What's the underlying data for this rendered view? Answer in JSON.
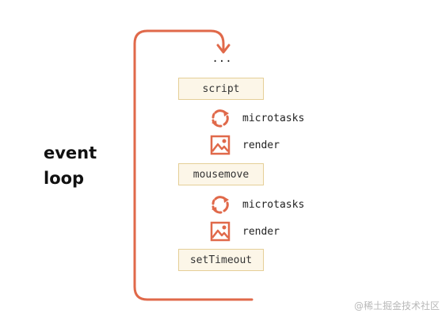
{
  "loop_label": {
    "line1": "event",
    "line2": "loop"
  },
  "ellipsis": "...",
  "tasks": {
    "script": "script",
    "mousemove": "mousemove",
    "settimeout": "setTimeout"
  },
  "steps": {
    "microtasks_1": "microtasks",
    "render_1": "render",
    "microtasks_2": "microtasks",
    "render_2": "render"
  },
  "watermark": "@稀土掘金技术社区",
  "icons": {
    "microtasks": "cycle-arrows-icon",
    "render": "image-icon"
  },
  "colors": {
    "loop_arrow": "#e0694a",
    "task_fill": "#fcf6e8",
    "task_border": "#e5cf97",
    "icon": "#e0694a"
  }
}
